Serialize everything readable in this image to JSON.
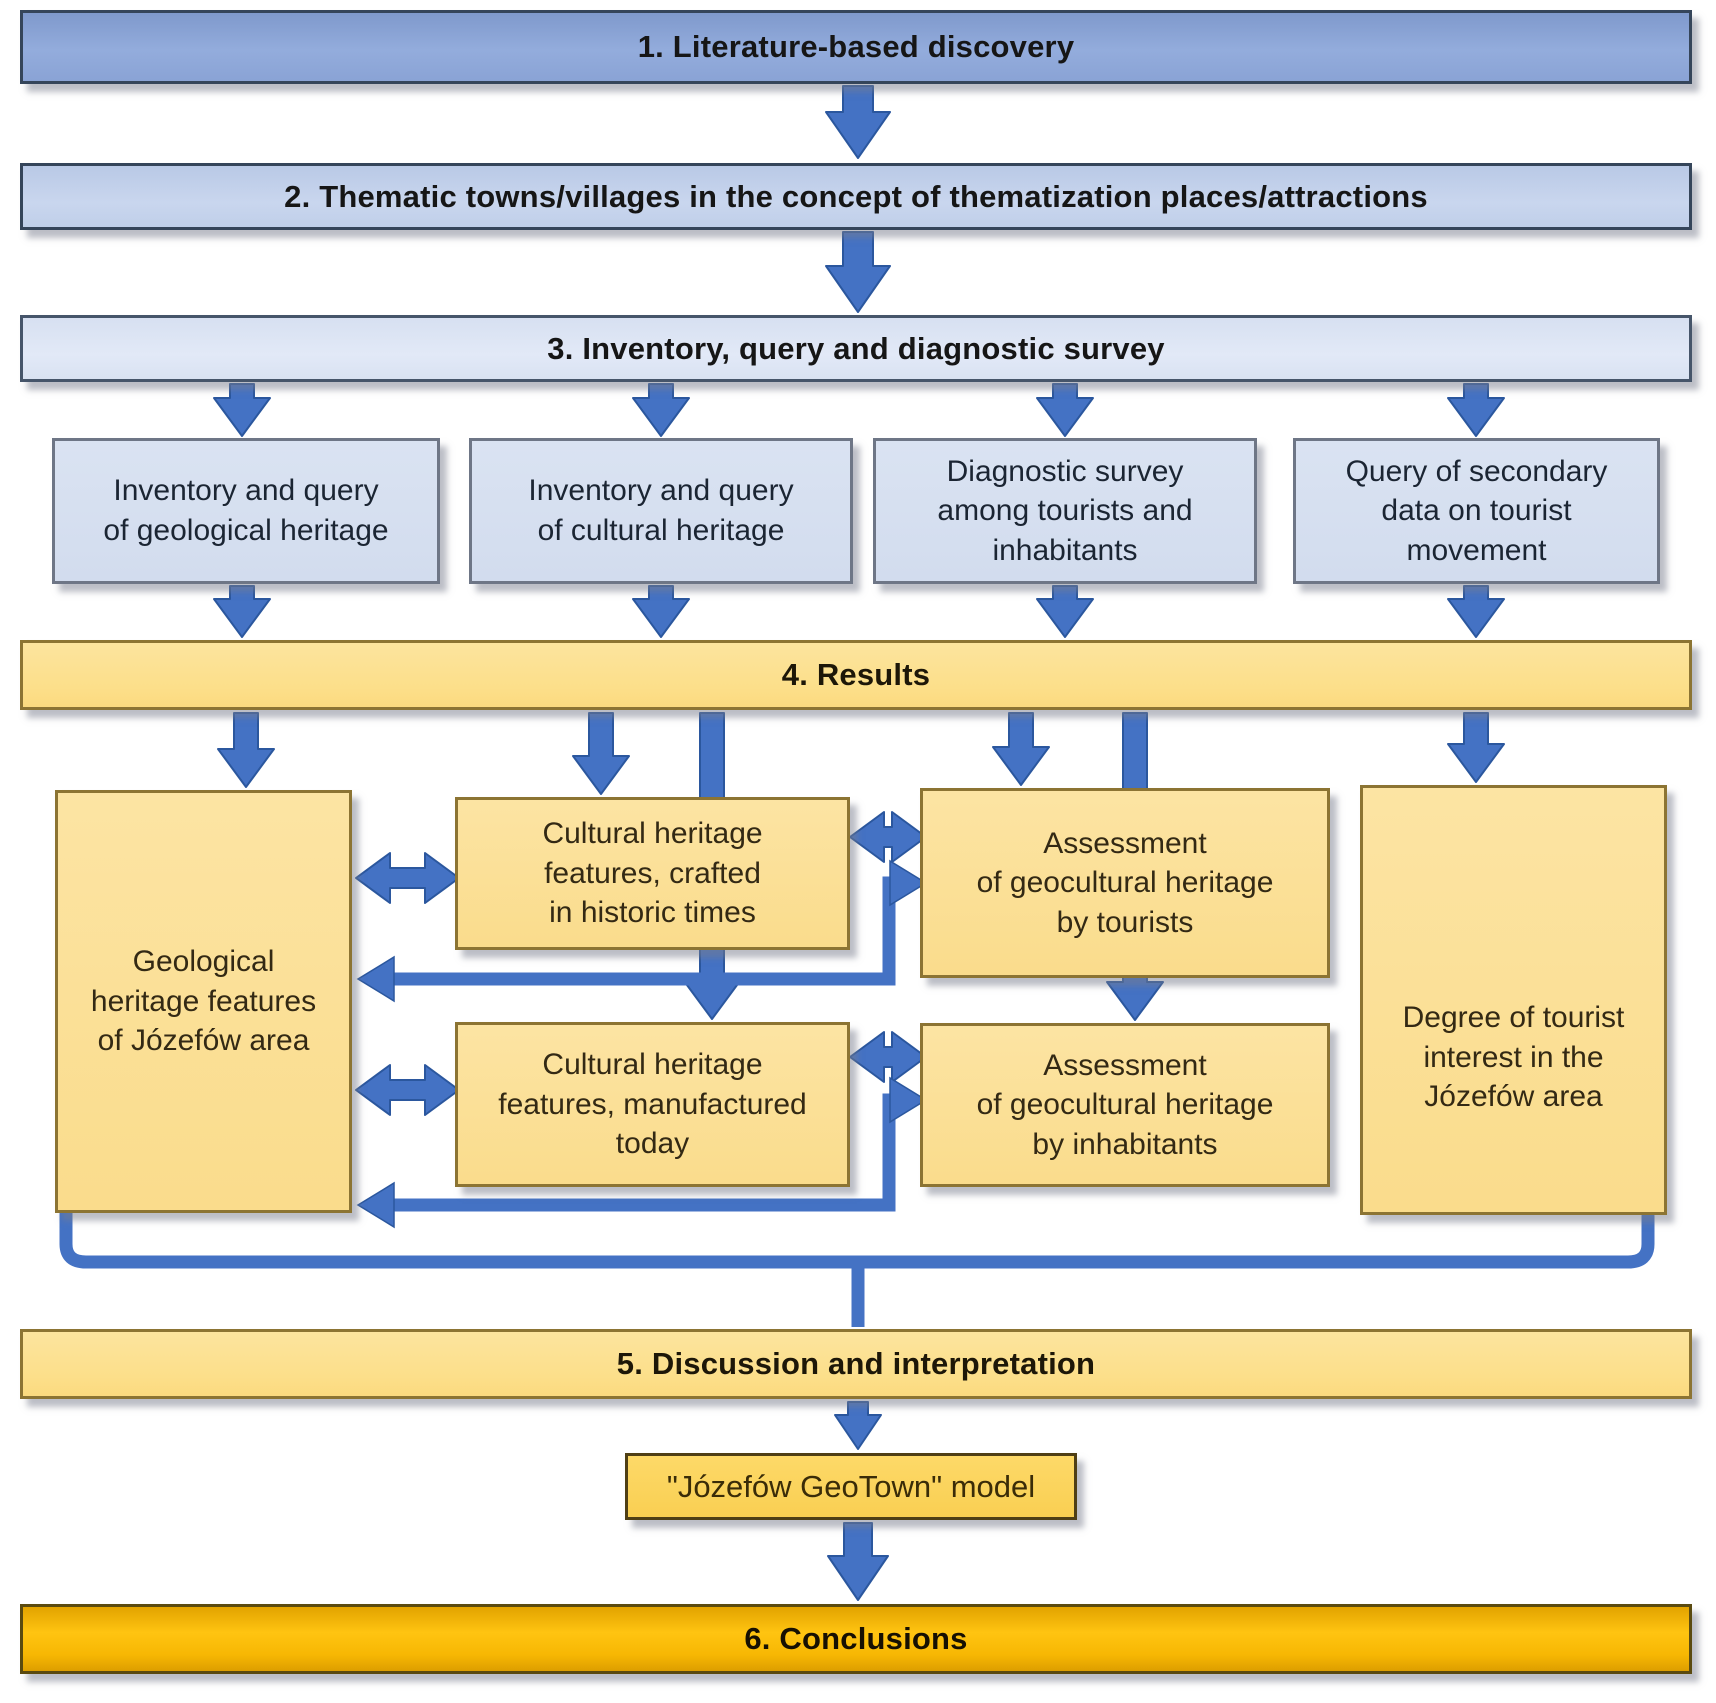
{
  "colors": {
    "arrow_blue": "#4472C4",
    "banner1_blue": "#8CA5D7",
    "banner2_blue": "#C2D1EA",
    "banner3_blue": "#DCE4F3",
    "survey_box_blue": "#D5DFEF",
    "results_yellow": "#FCE18F",
    "result_box_yellow": "#FBDF94",
    "model_yellow": "#FCD55F",
    "conclusions_gold": "#FFBC00"
  },
  "banners": [
    {
      "id": "literature",
      "label": "1. Literature-based discovery"
    },
    {
      "id": "thematic",
      "label": "2. Thematic towns/villages in the concept of thematization places/attractions"
    },
    {
      "id": "inventory",
      "label": "3. Inventory, query and diagnostic survey"
    },
    {
      "id": "results",
      "label": "4. Results"
    },
    {
      "id": "discussion",
      "label": "5. Discussion and interpretation"
    },
    {
      "id": "conclusions",
      "label": "6. Conclusions"
    }
  ],
  "survey_boxes": [
    {
      "label": "Inventory and query\nof geological heritage"
    },
    {
      "label": "Inventory and query\nof cultural heritage"
    },
    {
      "label": "Diagnostic survey\namong tourists and\ninhabitants"
    },
    {
      "label": "Query of secondary\ndata on tourist\nmovement"
    }
  ],
  "result_boxes": {
    "geological": {
      "label": "Geological\nheritage features\nof Józefów area"
    },
    "crafted": {
      "label": "Cultural heritage\nfeatures, crafted\nin historic times"
    },
    "manufactured": {
      "label": "Cultural heritage\nfeatures, manufactured\ntoday"
    },
    "tourists": {
      "label": "Assessment\nof geocultural heritage\nby tourists"
    },
    "inhabitants": {
      "label": "Assessment\nof geocultural heritage\nby inhabitants"
    },
    "degree": {
      "label": "Degree of tourist\ninterest in the\nJózefów area"
    }
  },
  "model_box": {
    "label": "\"Józefów GeoTown\" model"
  }
}
